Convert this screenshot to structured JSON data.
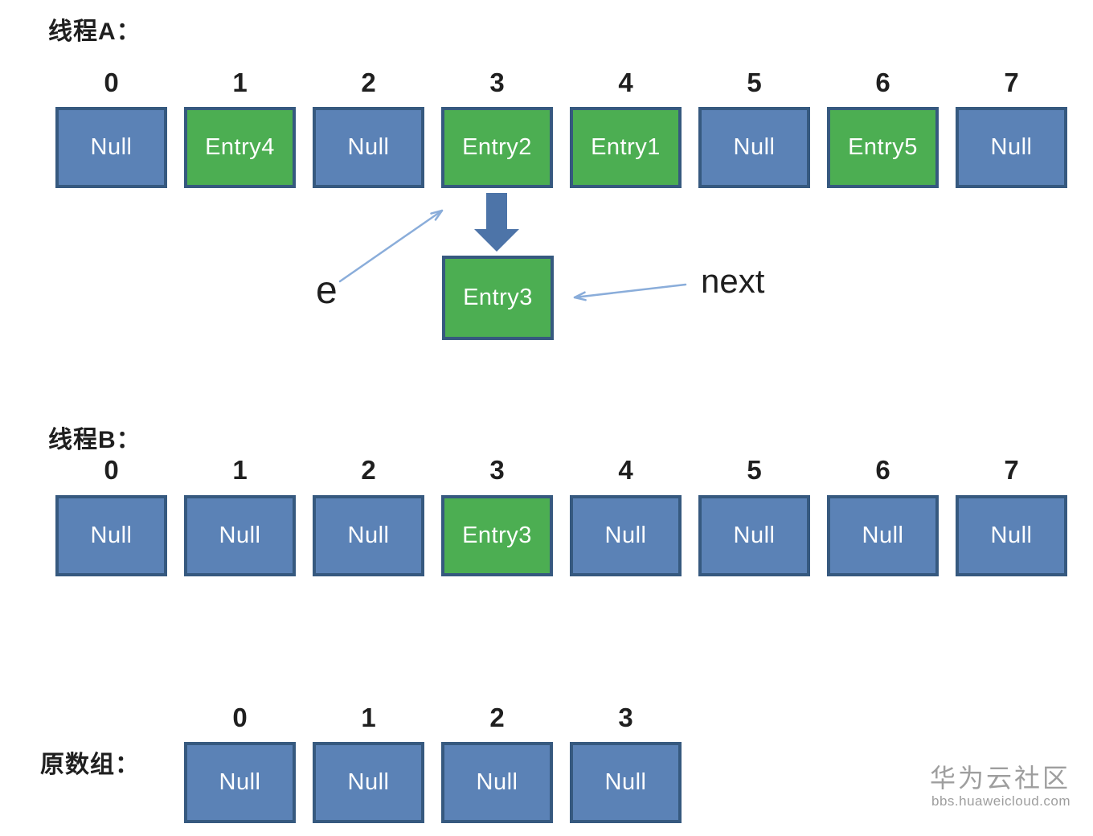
{
  "colors": {
    "cell-blue": "#5b82b6",
    "cell-green": "#4cae52",
    "cell-border": "#36597f",
    "arrow-thick": "#4d74a8",
    "arrow-thin": "#8aadda",
    "text-dark": "#1f1f1f",
    "watermark-gray": "#9e9e9e"
  },
  "thread_a": {
    "title": "线程A：",
    "indices": [
      "0",
      "1",
      "2",
      "3",
      "4",
      "5",
      "6",
      "7"
    ],
    "cells": [
      {
        "label": "Null",
        "type": "null"
      },
      {
        "label": "Entry4",
        "type": "entry"
      },
      {
        "label": "Null",
        "type": "null"
      },
      {
        "label": "Entry2",
        "type": "entry"
      },
      {
        "label": "Entry1",
        "type": "entry"
      },
      {
        "label": "Null",
        "type": "null"
      },
      {
        "label": "Entry5",
        "type": "entry"
      },
      {
        "label": "Null",
        "type": "null"
      }
    ],
    "pointer": {
      "e_label": "e",
      "next_label": "next",
      "detached_entry": {
        "label": "Entry3",
        "type": "entry"
      }
    }
  },
  "thread_b": {
    "title": "线程B：",
    "indices": [
      "0",
      "1",
      "2",
      "3",
      "4",
      "5",
      "6",
      "7"
    ],
    "cells": [
      {
        "label": "Null",
        "type": "null"
      },
      {
        "label": "Null",
        "type": "null"
      },
      {
        "label": "Null",
        "type": "null"
      },
      {
        "label": "Entry3",
        "type": "entry"
      },
      {
        "label": "Null",
        "type": "null"
      },
      {
        "label": "Null",
        "type": "null"
      },
      {
        "label": "Null",
        "type": "null"
      },
      {
        "label": "Null",
        "type": "null"
      }
    ]
  },
  "original_array": {
    "label": "原数组：",
    "indices": [
      "0",
      "1",
      "2",
      "3"
    ],
    "cells": [
      {
        "label": "Null",
        "type": "null"
      },
      {
        "label": "Null",
        "type": "null"
      },
      {
        "label": "Null",
        "type": "null"
      },
      {
        "label": "Null",
        "type": "null"
      }
    ]
  },
  "watermark": {
    "site_name": "华为云社区",
    "site_url": "bbs.huaweicloud.com"
  }
}
